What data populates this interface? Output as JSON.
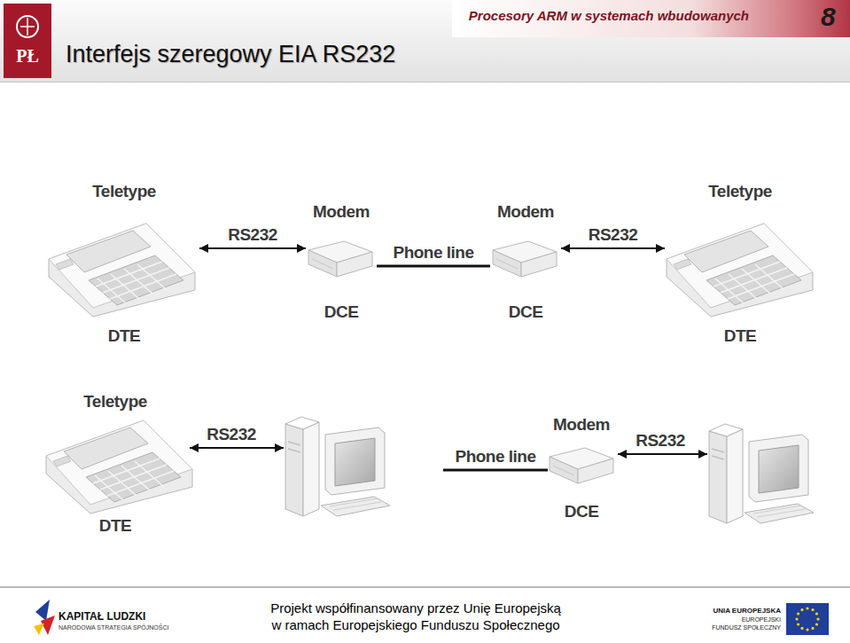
{
  "diagram": {
    "title": "Interfejs szeregowy EIA RS232",
    "nodes": [
      {
        "text": [
          "Teletype",
          "DTE"
        ]
      },
      {
        "text": [
          "Modem",
          "DCE"
        ]
      },
      {
        "text": [
          "Modem",
          "DCE"
        ]
      },
      {
        "text": [
          "Teletype",
          "DTE"
        ]
      },
      {
        "text": [
          "Teletype",
          "DTE"
        ]
      },
      {
        "text": [
          "Modem",
          "DCE"
        ]
      }
    ],
    "edges": [
      {
        "from": 0,
        "to": 1,
        "arrow": "both",
        "label": "RS232"
      },
      {
        "from": 1,
        "to": 2,
        "arrow": "none",
        "label": "Phone line"
      },
      {
        "from": 2,
        "to": 3,
        "arrow": "both",
        "label": "RS232"
      }
    ],
    "labels": [
      "PŁ",
      "Procesory ARM w systemach wbudowanych",
      "8",
      "RS232",
      "Phone line",
      "RS232",
      "KAPITAŁ LUDZKI",
      "NARODOWA STRATEGIA SPÓJNOŚCI",
      "Projekt współfinansowany przez Unię Europejską",
      "w ramach Europejskiego Funduszu Społecznego",
      "UNIA EUROPEJSKA",
      "EUROPEJSKI",
      "FUNDUSZ SPOŁECZNY"
    ]
  }
}
